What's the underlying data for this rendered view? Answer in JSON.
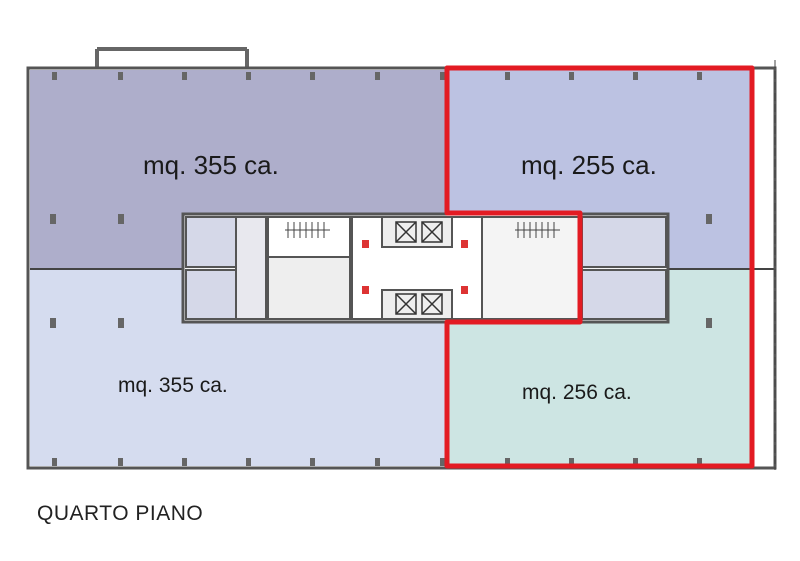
{
  "floor_plan": {
    "title": "QUARTO PIANO",
    "units": [
      {
        "id": "top-left",
        "label": "mq. 355 ca.",
        "color": "#aeaecb",
        "highlighted": false
      },
      {
        "id": "top-right",
        "label": "mq. 255 ca.",
        "color": "#bcc2e2",
        "highlighted": true
      },
      {
        "id": "bottom-left",
        "label": "mq. 355 ca.",
        "color": "#d5dcef",
        "highlighted": false
      },
      {
        "id": "bottom-right",
        "label": "mq. 256 ca.",
        "color": "#cde5e3",
        "highlighted": true
      }
    ],
    "highlight_color": "#e31b23",
    "wall_color": "#555555"
  }
}
